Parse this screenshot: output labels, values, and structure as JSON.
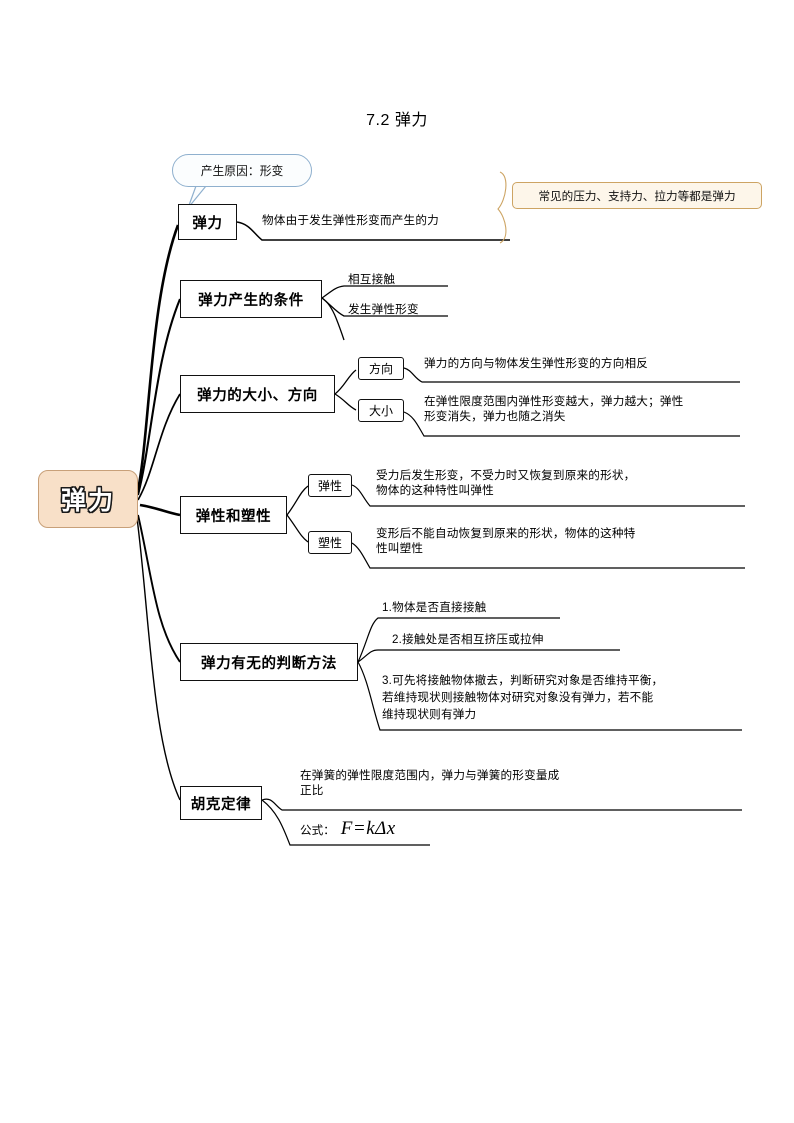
{
  "title": "7.2 弹力",
  "root": {
    "label": "弹力"
  },
  "callout": {
    "text": "产生原因：形变"
  },
  "note": {
    "text": "常见的压力、支持力、拉力等都是弹力"
  },
  "branches": [
    {
      "id": "elastic-force",
      "label": "弹力",
      "leaves": [
        {
          "text": "物体由于发生弹性形变而产生的力"
        }
      ]
    },
    {
      "id": "conditions",
      "label": "弹力产生的条件",
      "leaves": [
        {
          "text": "相互接触"
        },
        {
          "text": "发生弹性形变"
        }
      ]
    },
    {
      "id": "magnitude-direction",
      "label": "弹力的大小、方向",
      "subnodes": [
        {
          "label": "方向",
          "leaf": "弹力的方向与物体发生弹性形变的方向相反"
        },
        {
          "label": "大小",
          "leaf_line1": "在弹性限度范围内弹性形变越大，弹力越大；弹性",
          "leaf_line2": "形变消失，弹力也随之消失"
        }
      ]
    },
    {
      "id": "elasticity-plasticity",
      "label": "弹性和塑性",
      "subnodes": [
        {
          "label": "弹性",
          "leaf_line1": "受力后发生形变，不受力时又恢复到原来的形状，",
          "leaf_line2": "物体的这种特性叫弹性"
        },
        {
          "label": "塑性",
          "leaf_line1": "变形后不能自动恢复到原来的形状，物体的这种特",
          "leaf_line2": "性叫塑性"
        }
      ]
    },
    {
      "id": "judgement-methods",
      "label": "弹力有无的判断方法",
      "leaves": [
        {
          "text": "1.物体是否直接接触"
        },
        {
          "text": "2.接触处是否相互挤压或拉伸"
        },
        {
          "line1": "3.可先将接触物体撤去，判断研究对象是否维持平衡，",
          "line2": "若维持现状则接触物体对研究对象没有弹力，若不能",
          "line3": "维持现状则有弹力"
        }
      ]
    },
    {
      "id": "hookes-law",
      "label": "胡克定律",
      "leaves": [
        {
          "line1": "在弹簧的弹性限度范围内，弹力与弹簧的形变量成",
          "line2": "正比"
        },
        {
          "label": "公式：",
          "formula": "F=kΔx"
        }
      ]
    }
  ]
}
